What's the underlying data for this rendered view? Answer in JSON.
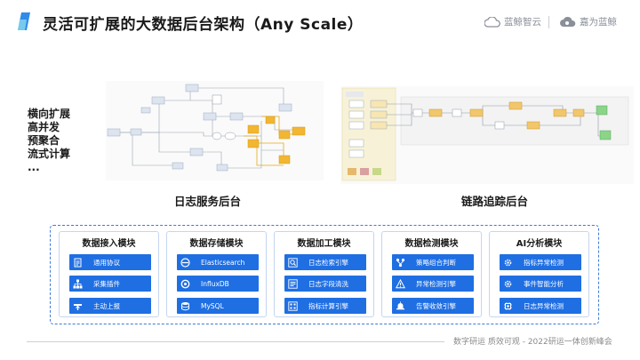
{
  "header": {
    "title": "灵活可扩展的大数据后台架构（Any Scale）",
    "brand_primary": "蓝鲸智云",
    "brand_secondary": "嘉为蓝鲸",
    "accent_color": "#2f8bea"
  },
  "features": [
    "横向扩展",
    "高并发",
    "预聚合",
    "流式计算",
    "..."
  ],
  "diagrams": {
    "left_caption": "日志服务后台",
    "right_caption": "链路追踪后台"
  },
  "modules": [
    {
      "title": "数据接入模块",
      "items": [
        {
          "label": "通用协议",
          "icon": "document-icon"
        },
        {
          "label": "采集插件",
          "icon": "tree-icon"
        },
        {
          "label": "主动上报",
          "icon": "upload-icon"
        }
      ]
    },
    {
      "title": "数据存储模块",
      "items": [
        {
          "label": "Elasticsearch",
          "icon": "elasticsearch-icon"
        },
        {
          "label": "InfluxDB",
          "icon": "influxdb-icon"
        },
        {
          "label": "MySQL",
          "icon": "database-icon"
        }
      ]
    },
    {
      "title": "数据加工模块",
      "items": [
        {
          "label": "日志检索引擎",
          "icon": "search-icon"
        },
        {
          "label": "日志字段清洗",
          "icon": "list-icon"
        },
        {
          "label": "指标计算引擎",
          "icon": "calculator-icon"
        }
      ]
    },
    {
      "title": "数据检测模块",
      "items": [
        {
          "label": "策略组合判断",
          "icon": "strategy-icon"
        },
        {
          "label": "异常检测引擎",
          "icon": "warning-icon"
        },
        {
          "label": "告警收敛引擎",
          "icon": "alarm-icon"
        }
      ]
    },
    {
      "title": "AI分析模块",
      "items": [
        {
          "label": "指标异常检测",
          "icon": "gear-icon"
        },
        {
          "label": "事件智能分析",
          "icon": "gear-icon"
        },
        {
          "label": "日志异常检测",
          "icon": "chip-icon"
        }
      ]
    }
  ],
  "footer": {
    "text": "数字研运 质效可观 - 2022研运一体创新峰会"
  }
}
